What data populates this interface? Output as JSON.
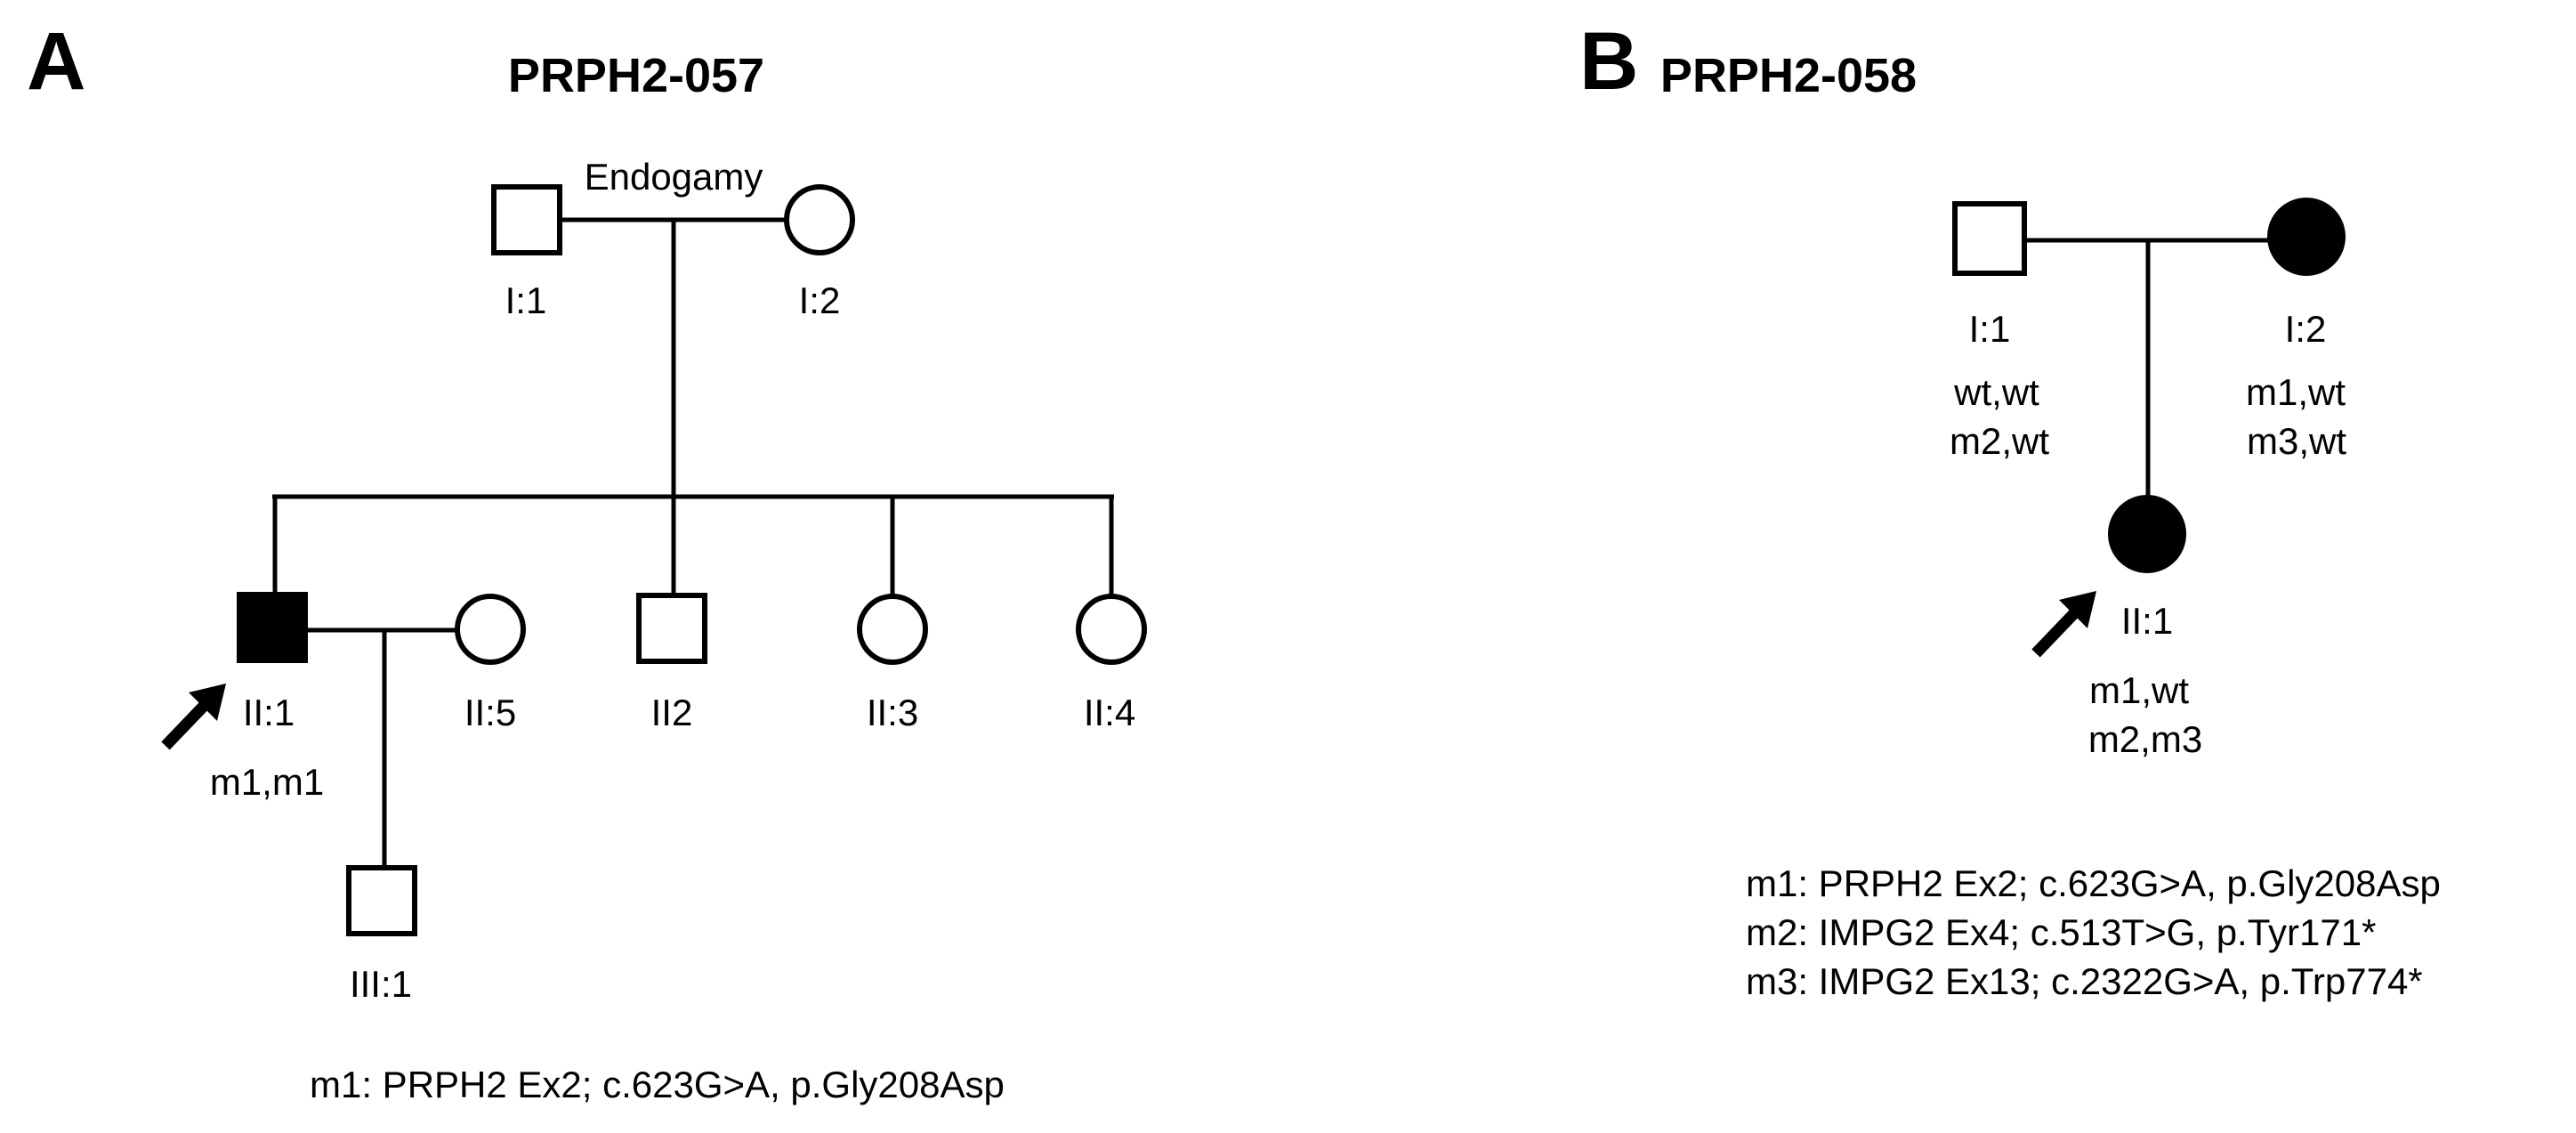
{
  "panels": [
    {
      "label": "A",
      "title": "PRPH2-057",
      "annotation": "Endogamy",
      "individuals": [
        {
          "id": "I:1",
          "sex": "male",
          "affected": false,
          "genotype": []
        },
        {
          "id": "I:2",
          "sex": "female",
          "affected": false,
          "genotype": []
        },
        {
          "id": "II:1",
          "sex": "male",
          "affected": true,
          "proband": true,
          "genotype": [
            "m1,m1"
          ]
        },
        {
          "id": "II:5",
          "sex": "female",
          "affected": false,
          "genotype": []
        },
        {
          "id": "II2",
          "sex": "male",
          "affected": false,
          "genotype": []
        },
        {
          "id": "II:3",
          "sex": "female",
          "affected": false,
          "genotype": []
        },
        {
          "id": "II:4",
          "sex": "female",
          "affected": false,
          "genotype": []
        },
        {
          "id": "III:1",
          "sex": "male",
          "affected": false,
          "genotype": []
        }
      ],
      "legend": [
        "m1: PRPH2 Ex2; c.623G>A, p.Gly208Asp"
      ]
    },
    {
      "label": "B",
      "title": "PRPH2-058",
      "annotation": "",
      "individuals": [
        {
          "id": "I:1",
          "sex": "male",
          "affected": false,
          "genotype": [
            "wt,wt",
            "m2,wt"
          ]
        },
        {
          "id": "I:2",
          "sex": "female",
          "affected": true,
          "genotype": [
            "m1,wt",
            "m3,wt"
          ]
        },
        {
          "id": "II:1",
          "sex": "female",
          "affected": true,
          "proband": true,
          "genotype": [
            "m1,wt",
            "m2,m3"
          ]
        }
      ],
      "legend": [
        "m1: PRPH2 Ex2; c.623G>A, p.Gly208Asp",
        "m2: IMPG2 Ex4; c.513T>G, p.Tyr171*",
        "m3: IMPG2 Ex13; c.2322G>A, p.Trp774*"
      ]
    }
  ],
  "colors": {
    "ink": "#000000",
    "background": "#ffffff",
    "affected_fill": "#000000",
    "unaffected_fill": "#ffffff"
  }
}
